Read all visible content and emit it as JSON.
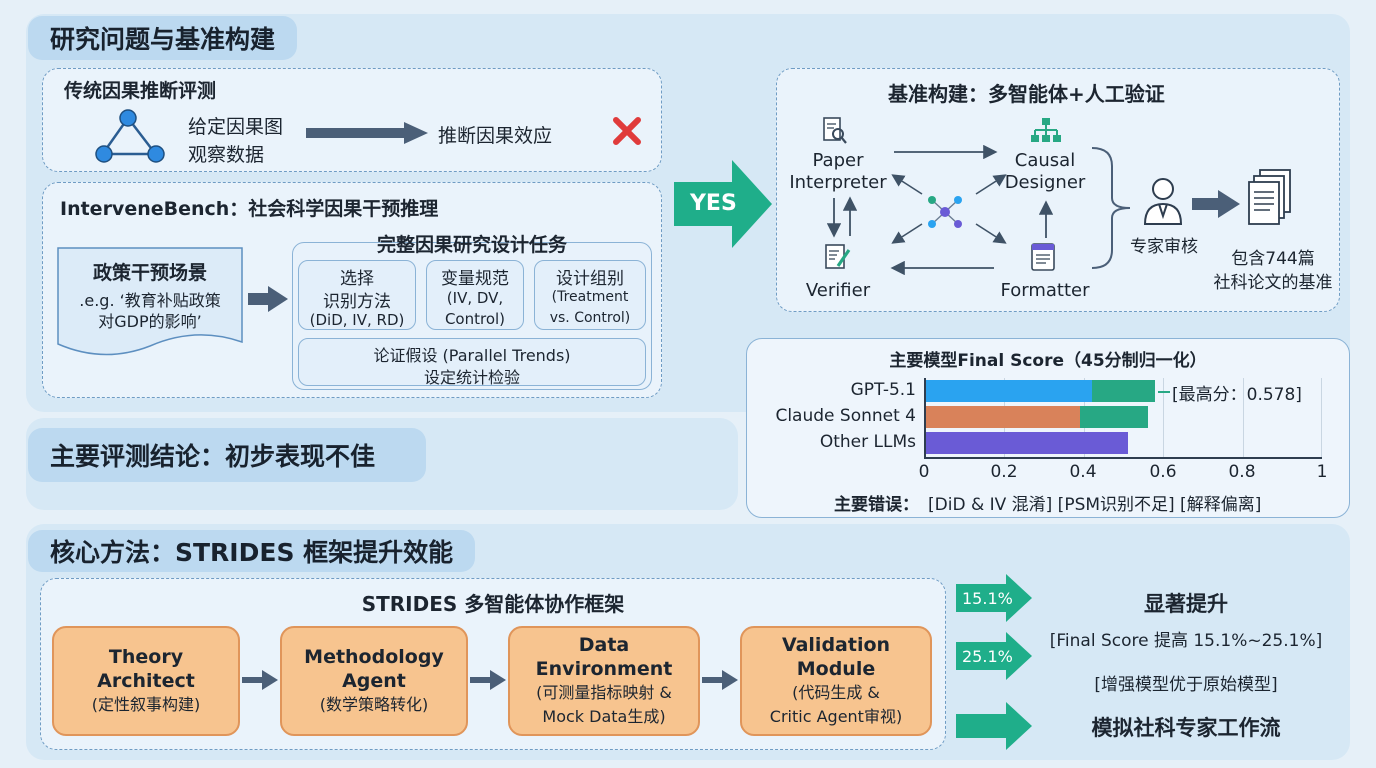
{
  "sections": {
    "research": "研究问题与基准构建",
    "conclusion": "主要评测结论：初步表现不佳",
    "method": "核心方法：STRIDES 框架提升效能"
  },
  "traditional": {
    "title": "传统因果推断评测",
    "inputs": [
      "给定因果图",
      "观察数据"
    ],
    "output": "推断因果效应"
  },
  "intervene": {
    "title": "InterveneBench：社会科学因果干预推理",
    "scenario_title": "政策干预场景",
    "scenario_lines": [
      ".e.g. ‘教育补贴政策",
      "对GDP的影响’"
    ],
    "task_title": "完整因果研究设计任务",
    "tasks": [
      {
        "lines": [
          "选择",
          "识别方法",
          "(DiD, IV, RD)"
        ]
      },
      {
        "lines": [
          "变量规范",
          "(IV, DV,",
          "Control)"
        ]
      },
      {
        "lines": [
          "设计组别",
          "(Treatment",
          "vs. Control)"
        ]
      }
    ],
    "assumption": [
      "论证假设 (Parallel Trends)",
      "设定统计检验"
    ]
  },
  "yes_label": "YES",
  "benchmark": {
    "title": "基准构建：多智能体+人工验证",
    "agents": {
      "paper": [
        "Paper",
        "Interpreter"
      ],
      "causal": [
        "Causal",
        "Designer"
      ],
      "verifier": "Verifier",
      "formatter": "Formatter"
    },
    "expert": "专家审核",
    "result": [
      "包含744篇",
      "社科论文的基准"
    ]
  },
  "score": {
    "title": "主要模型Final Score（45分制归一化）",
    "best_label": "[最高分：0.578]",
    "errors_label": "主要错误：",
    "errors": "[DiD & IV 混淆] [PSM识别不足] [解释偏离]"
  },
  "chart_data": {
    "type": "bar",
    "orientation": "horizontal",
    "title": "主要模型Final Score（45分制归一化）",
    "categories": [
      "GPT-5.1",
      "Claude Sonnet 4",
      "Other LLMs"
    ],
    "series": [
      {
        "values": [
          0.42,
          0.39,
          0.51
        ],
        "color": "#2aa3f0"
      },
      {
        "values": [
          0.158,
          0.17,
          0.0
        ],
        "color": "#27a884"
      }
    ],
    "base_colors": [
      "#2aa3f0",
      "#d9825a",
      "#6a5bd6"
    ],
    "extra_color": "#27a884",
    "xlim": [
      0,
      1
    ],
    "xticks": [
      "0",
      "0.2",
      "0.4",
      "0.6",
      "0.8",
      "1"
    ],
    "grid": true
  },
  "strides": {
    "title": "STRIDES 多智能体协作框架",
    "modules": [
      {
        "head": [
          "Theory",
          "Architect"
        ],
        "sub": [
          "(定性叙事构建)"
        ]
      },
      {
        "head": [
          "Methodology",
          "Agent"
        ],
        "sub": [
          "(数学策略转化)"
        ]
      },
      {
        "head": [
          "Data",
          "Environment"
        ],
        "sub": [
          "(可测量指标映射 &",
          "Mock Data生成)"
        ]
      },
      {
        "head": [
          "Validation",
          "Module"
        ],
        "sub": [
          "(代码生成 &",
          "Critic Agent审视)"
        ]
      }
    ]
  },
  "improve": {
    "badge1": "15.1%",
    "badge2": "25.1%",
    "title": "显著提升",
    "line1": "[Final Score 提高 15.1%~25.1%]",
    "line2": "[增强模型优于原始模型]",
    "workflow": "模拟社科专家工作流"
  },
  "colors": {
    "accent_green": "#1fae8a",
    "orange": "#f7c48f",
    "red_x": "#e03b3b"
  }
}
